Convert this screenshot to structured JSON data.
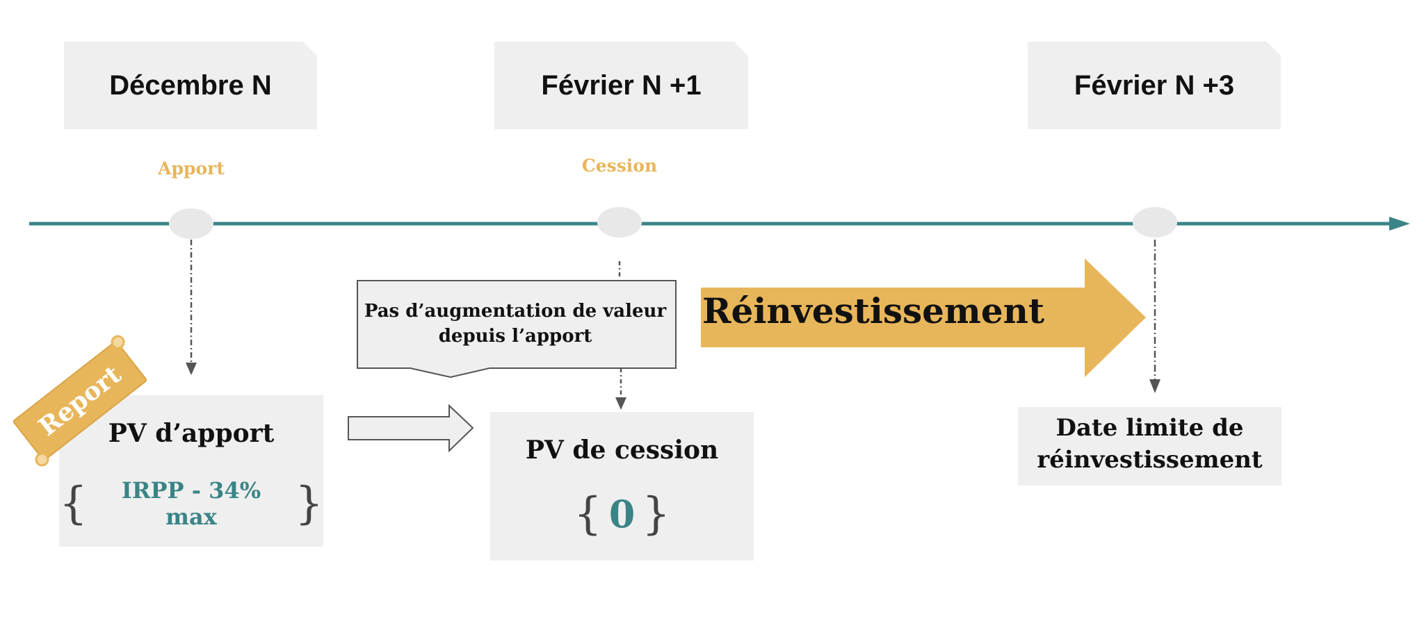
{
  "timeline": {
    "dates": [
      {
        "id": "date-decembre",
        "label": "Décembre N"
      },
      {
        "id": "date-fevrier-n1",
        "label": "Février N +1"
      },
      {
        "id": "date-fevrier-n3",
        "label": "Février N +3"
      }
    ],
    "events": [
      {
        "id": "apport",
        "label": "Apport"
      },
      {
        "id": "cession",
        "label": "Cession"
      }
    ]
  },
  "boxes": {
    "pv_apport": {
      "title": "PV d’apport",
      "value": "IRPP - 34% max"
    },
    "pv_cession": {
      "title": "PV de cession",
      "value": "0"
    },
    "date_limite": {
      "line1": "Date limite de",
      "line2": "réinvestissement"
    }
  },
  "callout": {
    "line1": "Pas d’augmentation de valeur",
    "line2": "depuis l’apport"
  },
  "reinvestment_arrow": {
    "label": "Réinvestissement"
  },
  "tag": {
    "label": "Report"
  },
  "colors": {
    "timeline": "#3a8486",
    "accent": "#e8b65a",
    "card": "#efefef",
    "value_text": "#3a8486"
  }
}
